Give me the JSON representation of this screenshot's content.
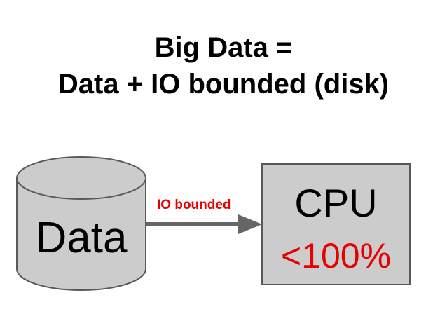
{
  "title": {
    "line1": "Big Data =",
    "line2": "Data + IO bounded (disk)"
  },
  "data_store": {
    "label": "Data"
  },
  "connector": {
    "label": "IO bounded"
  },
  "cpu": {
    "label": "CPU",
    "usage": "<100%"
  },
  "colors": {
    "shape_fill": "#cccccc",
    "shape_stroke": "#595959",
    "arrow": "#666666",
    "highlight": "#e60000"
  }
}
